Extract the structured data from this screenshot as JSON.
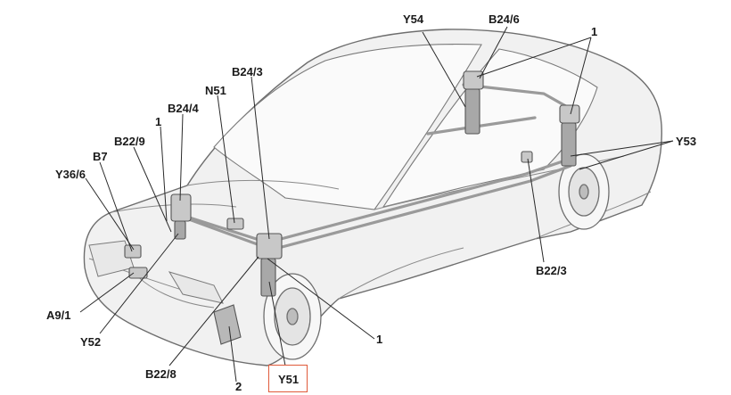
{
  "labels": {
    "Y54": "Y54",
    "B24_6": "B24/6",
    "num1_top": "1",
    "B24_3": "B24/3",
    "N51": "N51",
    "B24_4": "B24/4",
    "num1_left": "1",
    "B22_9": "B22/9",
    "B7": "B7",
    "Y36_6": "Y36/6",
    "Y53": "Y53",
    "B22_3": "B22/3",
    "A9_1": "A9/1",
    "Y52": "Y52",
    "num1_right": "1",
    "B22_8": "B22/8",
    "num2": "2",
    "Y51": "Y51"
  },
  "colors": {
    "car_outline": "#6e6e6e",
    "car_fill": "#f1f1f1",
    "line_fill": "#d9d9d9",
    "component_fill": "#c8c8c8",
    "leader": "#2a2a2a",
    "highlight": "#e05a3a"
  }
}
